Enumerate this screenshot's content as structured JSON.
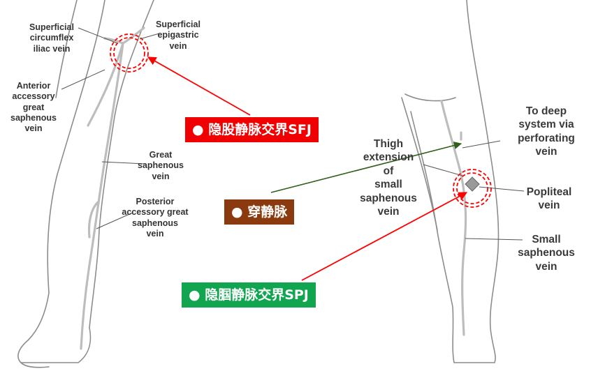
{
  "labels": {
    "superficial_circumflex": "Superficial\ncircumflex\niliac vein",
    "superficial_epigastric": "Superficial\nepigastric\nvein",
    "anterior_accessory": "Anterior\naccessory\ngreat\nsaphenous\nvein",
    "great_saphenous": "Great\nsaphenous\nvein",
    "posterior_accessory": "Posterior\naccessory great\nsaphenous\nvein",
    "thigh_extension": "Thigh\nextension\nof\nsmall\nsaphenous\nvein",
    "to_deep_system": "To deep\nsystem via\nperforating\nvein",
    "popliteal": "Popliteal\nvein",
    "small_saphenous": "Small\nsaphenous\nvein"
  },
  "callouts": {
    "sfj": "● 隐股静脉交界SFJ",
    "perforating": "● 穿静脉",
    "spj": "● 隐腘静脉交界SPJ"
  },
  "colors": {
    "sfj_badge": "#f00000",
    "perforating_badge": "#8b3a0f",
    "spj_badge": "#12a550",
    "sfj_arrow": "#ff0000",
    "perforating_arrow": "#2f5f1a",
    "spj_arrow": "#ff0000",
    "leg_outline": "#8c8c8c",
    "vein": "#bdbdbd",
    "leader_line": "#555555"
  }
}
